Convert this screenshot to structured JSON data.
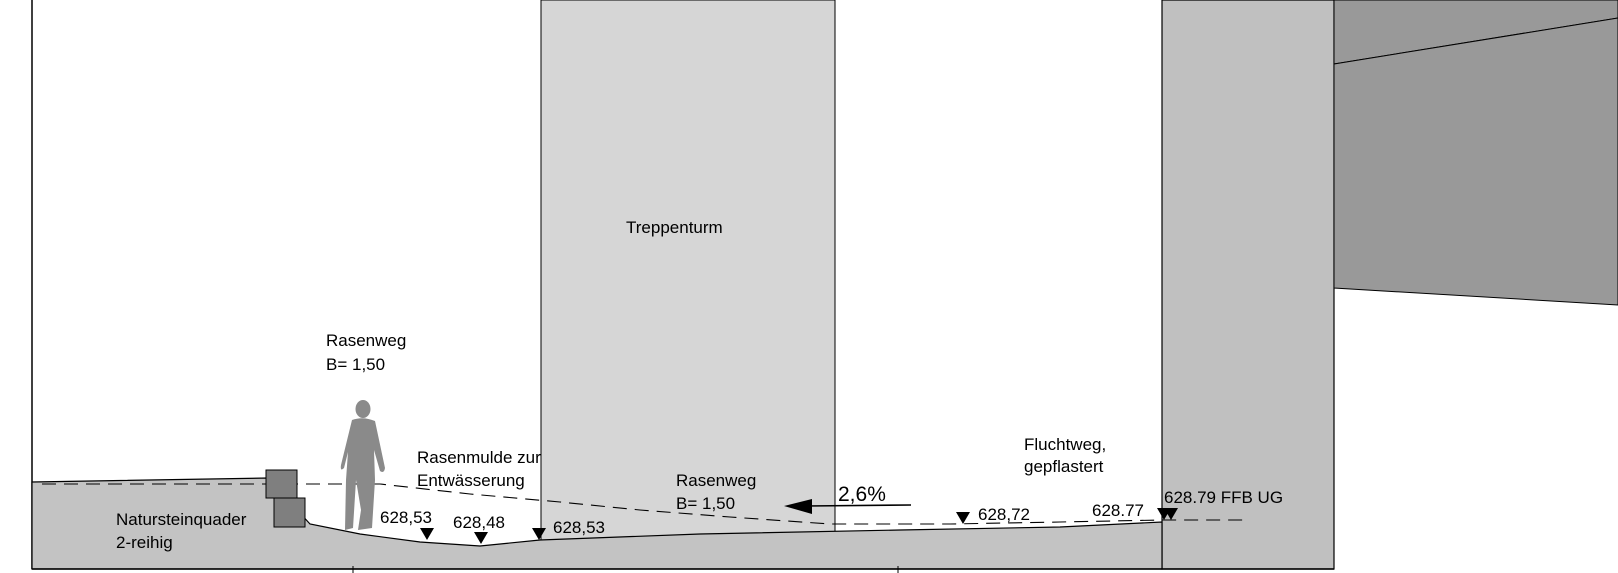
{
  "labels": {
    "stair_tower": "Treppenturm",
    "lawn_path_top_line1": "Rasenweg",
    "lawn_path_top_line2": "B= 1,50",
    "swale_line1": "Rasenmulde zur",
    "swale_line2": "Entwässerung",
    "lawn_path_mid_line1": "Rasenweg",
    "lawn_path_mid_line2": "B= 1,50",
    "escape_route_line1": "Fluchtweg,",
    "escape_route_line2": "gepflastert",
    "stone_blocks_line1": "Natursteinquader",
    "stone_blocks_line2": "2-reihig",
    "slope": "2,6%"
  },
  "elevations": {
    "e1": "628,53",
    "e2": "628,48",
    "e3": "628,53",
    "e4": "628,72",
    "e5": "628.77",
    "e6": "628.79 FFB UG"
  },
  "colors": {
    "ground_fill": "#c3c3c3",
    "tower_fill": "#d6d6d6",
    "wall_fill": "#c0c0c0",
    "roof_fill": "#999999",
    "person_fill": "#8a8a8a",
    "stone_fill": "#7f7f7f",
    "line": "#000000"
  }
}
